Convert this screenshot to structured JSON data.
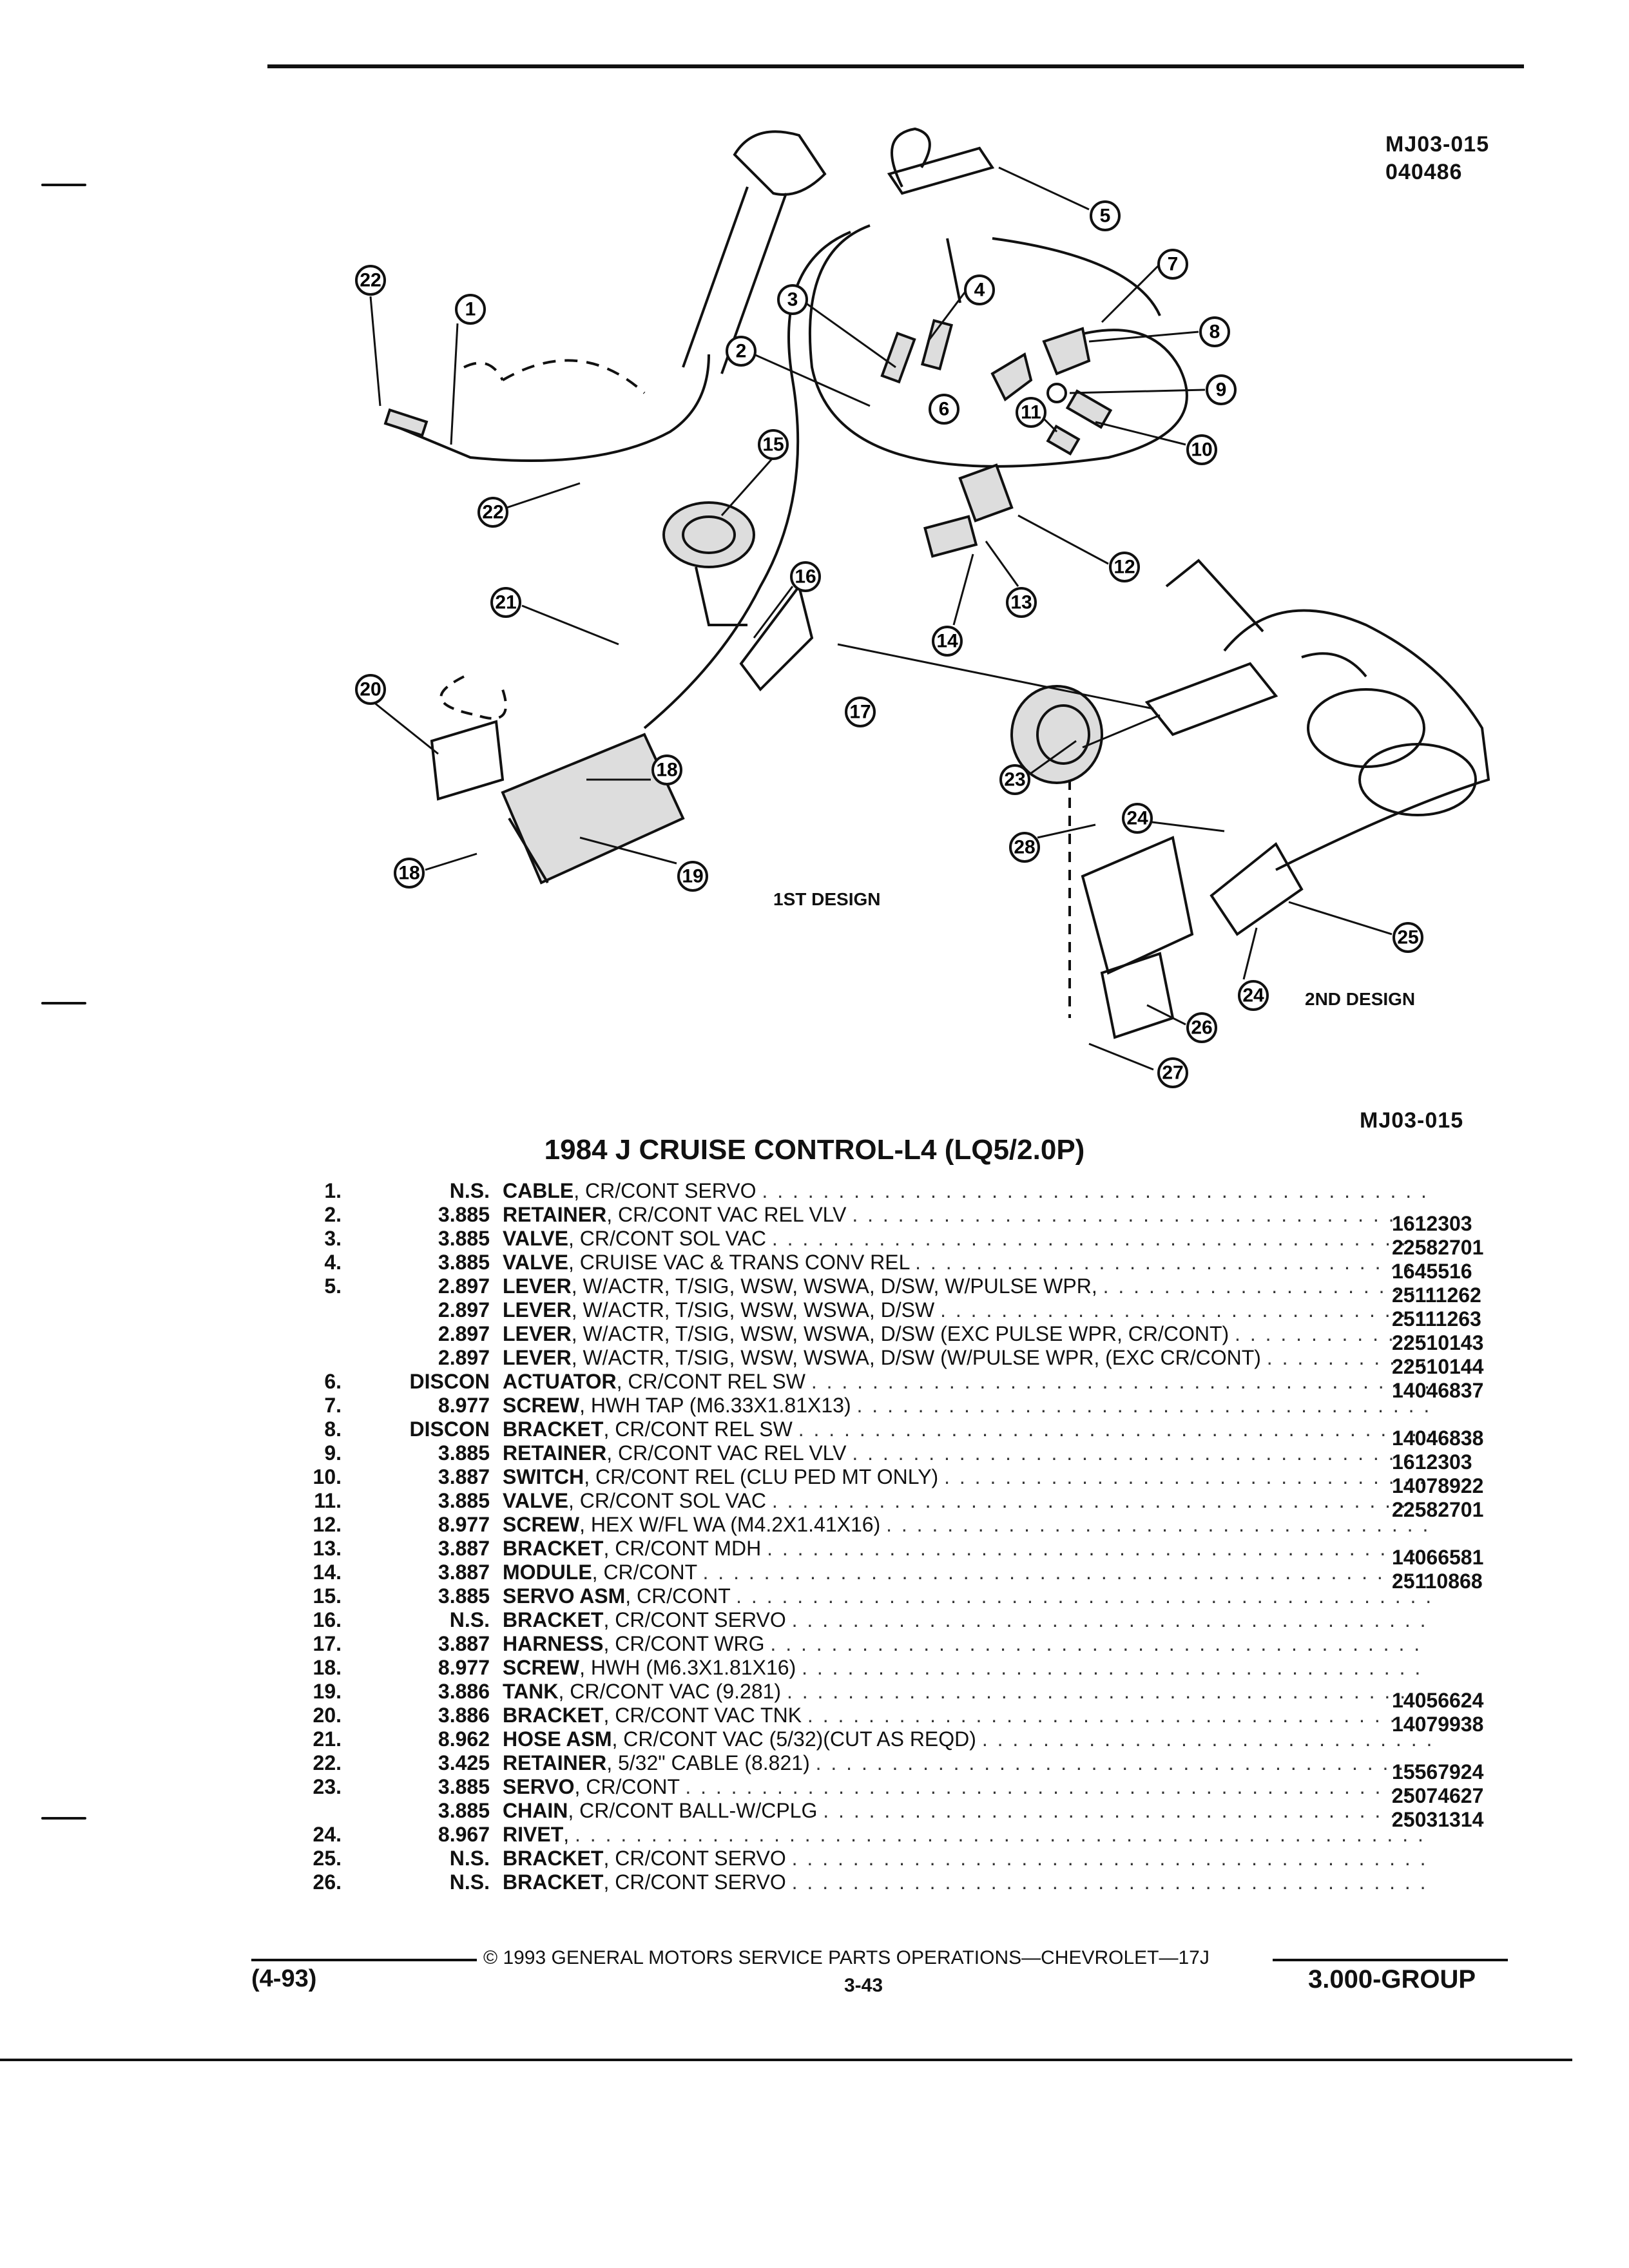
{
  "header": {
    "code_top": "MJ03-015",
    "date_code": "040486",
    "code_bottom": "MJ03-015"
  },
  "diagram": {
    "first_design_label": "1ST DESIGN",
    "second_design_label": "2ND DESIGN",
    "callouts": [
      "1",
      "2",
      "3",
      "4",
      "5",
      "6",
      "7",
      "8",
      "9",
      "10",
      "11",
      "12",
      "13",
      "14",
      "15",
      "16",
      "17",
      "18",
      "18",
      "19",
      "20",
      "21",
      "22",
      "22",
      "23",
      "24",
      "24",
      "25",
      "26",
      "27",
      "28"
    ]
  },
  "title": "1984 J CRUISE CONTROL-L4 (LQ5/2.0P)",
  "parts": [
    {
      "num": "1.",
      "group": "N.S.",
      "name": "CABLE",
      "detail": ", CR/CONT SERVO",
      "pn": ""
    },
    {
      "num": "2.",
      "group": "3.885",
      "name": "RETAINER",
      "detail": ", CR/CONT VAC REL VLV",
      "pn": "1612303"
    },
    {
      "num": "3.",
      "group": "3.885",
      "name": "VALVE",
      "detail": ", CR/CONT SOL VAC",
      "pn": "22582701"
    },
    {
      "num": "4.",
      "group": "3.885",
      "name": "VALVE",
      "detail": ", CRUISE VAC & TRANS CONV REL",
      "pn": "1645516"
    },
    {
      "num": "5.",
      "group": "2.897",
      "name": "LEVER",
      "detail": ", W/ACTR, T/SIG, WSW, WSWA, D/SW, W/PULSE WPR,",
      "pn": "25111262"
    },
    {
      "num": "",
      "group": "2.897",
      "name": "LEVER",
      "detail": ", W/ACTR, T/SIG, WSW, WSWA, D/SW",
      "pn": "25111263"
    },
    {
      "num": "",
      "group": "2.897",
      "name": "LEVER",
      "detail": ", W/ACTR, T/SIG, WSW, WSWA, D/SW (EXC PULSE WPR, CR/CONT)",
      "pn": "22510143"
    },
    {
      "num": "",
      "group": "2.897",
      "name": "LEVER",
      "detail": ", W/ACTR, T/SIG, WSW, WSWA, D/SW (W/PULSE WPR, (EXC CR/CONT)",
      "pn": "22510144"
    },
    {
      "num": "6.",
      "group": "DISCON",
      "name": "ACTUATOR",
      "detail": ", CR/CONT REL SW",
      "pn": "14046837"
    },
    {
      "num": "7.",
      "group": "8.977",
      "name": "SCREW",
      "detail": ", HWH TAP (M6.33X1.81X13)",
      "pn": ""
    },
    {
      "num": "8.",
      "group": "DISCON",
      "name": "BRACKET",
      "detail": ", CR/CONT REL SW",
      "pn": "14046838"
    },
    {
      "num": "9.",
      "group": "3.885",
      "name": "RETAINER",
      "detail": ", CR/CONT VAC REL VLV",
      "pn": "1612303"
    },
    {
      "num": "10.",
      "group": "3.887",
      "name": "SWITCH",
      "detail": ", CR/CONT REL (CLU PED MT ONLY)",
      "pn": "14078922"
    },
    {
      "num": "11.",
      "group": "3.885",
      "name": "VALVE",
      "detail": ", CR/CONT SOL VAC",
      "pn": "22582701"
    },
    {
      "num": "12.",
      "group": "8.977",
      "name": "SCREW",
      "detail": ", HEX W/FL WA (M4.2X1.41X16)",
      "pn": ""
    },
    {
      "num": "13.",
      "group": "3.887",
      "name": "BRACKET",
      "detail": ", CR/CONT MDH",
      "pn": "14066581"
    },
    {
      "num": "14.",
      "group": "3.887",
      "name": "MODULE",
      "detail": ", CR/CONT",
      "pn": "25110868"
    },
    {
      "num": "15.",
      "group": "3.885",
      "name": "SERVO ASM",
      "detail": ", CR/CONT",
      "pn": ""
    },
    {
      "num": "16.",
      "group": "N.S.",
      "name": "BRACKET",
      "detail": ", CR/CONT SERVO",
      "pn": ""
    },
    {
      "num": "17.",
      "group": "3.887",
      "name": "HARNESS",
      "detail": ", CR/CONT WRG",
      "pn": ""
    },
    {
      "num": "18.",
      "group": "8.977",
      "name": "SCREW",
      "detail": ", HWH (M6.3X1.81X16)",
      "pn": ""
    },
    {
      "num": "19.",
      "group": "3.886",
      "name": "TANK",
      "detail": ", CR/CONT VAC (9.281)",
      "pn": "14056624"
    },
    {
      "num": "20.",
      "group": "3.886",
      "name": "BRACKET",
      "detail": ", CR/CONT VAC TNK",
      "pn": "14079938"
    },
    {
      "num": "21.",
      "group": "8.962",
      "name": "HOSE ASM",
      "detail": ", CR/CONT VAC (5/32)(CUT AS REQD)",
      "pn": ""
    },
    {
      "num": "22.",
      "group": "3.425",
      "name": "RETAINER",
      "detail": ", 5/32\" CABLE (8.821)",
      "pn": "15567924"
    },
    {
      "num": "23.",
      "group": "3.885",
      "name": "SERVO",
      "detail": ", CR/CONT",
      "pn": "25074627"
    },
    {
      "num": "",
      "group": "3.885",
      "name": "CHAIN",
      "detail": ", CR/CONT BALL-W/CPLG",
      "pn": "25031314"
    },
    {
      "num": "24.",
      "group": "8.967",
      "name": "RIVET",
      "detail": ",",
      "pn": ""
    },
    {
      "num": "25.",
      "group": "N.S.",
      "name": "BRACKET",
      "detail": ", CR/CONT SERVO",
      "pn": ""
    },
    {
      "num": "26.",
      "group": "N.S.",
      "name": "BRACKET",
      "detail": ", CR/CONT SERVO",
      "pn": ""
    }
  ],
  "footer": {
    "revision": "(4-93)",
    "copyright": "© 1993 GENERAL MOTORS SERVICE PARTS OPERATIONS—CHEVROLET—17J",
    "page": "3-43",
    "group": "3.000-GROUP"
  }
}
